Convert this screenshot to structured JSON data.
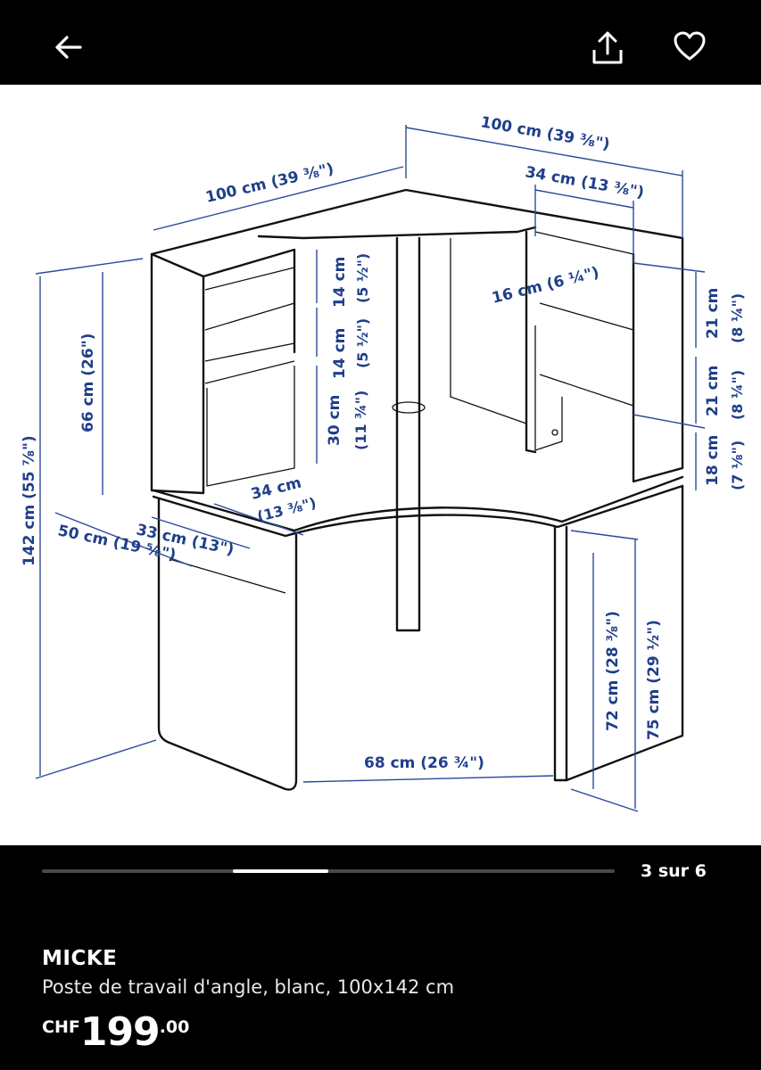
{
  "header": {
    "back_icon": "arrow-left-icon",
    "share_icon": "share-icon",
    "favorite_icon": "heart-icon"
  },
  "gallery": {
    "counter": "3 sur 6",
    "current": 3,
    "total": 6,
    "dimensions": {
      "total_width_left": "100 cm (39 ⅜\")",
      "total_width_right": "100 cm (39 ⅜\")",
      "hutch_depth_right": "34 cm (13 ⅜\")",
      "shelf_depth": "16 cm (6 ¼\")",
      "shelf_gap_1": "14 cm",
      "shelf_gap_1_in": "(5 ½\")",
      "shelf_gap_2": "14 cm",
      "shelf_gap_2_in": "(5 ½\")",
      "lower_gap": "30 cm",
      "lower_gap_in": "(11 ¾\")",
      "hutch_height": "66 cm (26\")",
      "total_height": "142 cm (55 ⅞\")",
      "right_gap_1": "21 cm",
      "right_gap_1_in": "(8 ¼\")",
      "right_gap_2": "21 cm",
      "right_gap_2_in": "(8 ¼\")",
      "right_gap_3": "18 cm",
      "right_gap_3_in": "(7 ⅛\")",
      "hutch_depth_left_a": "34 cm",
      "hutch_depth_left_b": "(13 ⅜\")",
      "desk_depth_33": "33 cm (13\")",
      "desk_depth_50": "50 cm (19 ⅝\")",
      "knee_width": "68 cm (26 ¾\")",
      "underdesk_height": "72 cm (28 ⅜\")",
      "desk_height": "75 cm (29 ½\")"
    }
  },
  "product": {
    "name": "MICKE",
    "description": "Poste de travail d'angle, blanc, 100x142 cm",
    "currency": "CHF",
    "price_main": "199",
    "price_decimals": ".00"
  }
}
